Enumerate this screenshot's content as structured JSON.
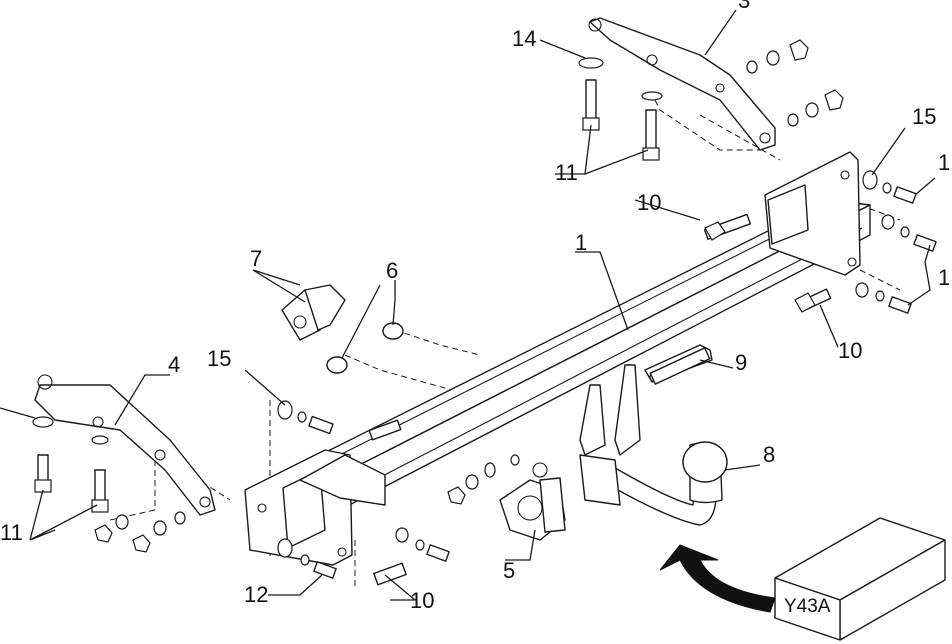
{
  "figure": {
    "callouts": [
      {
        "id": "c1",
        "text": "1"
      },
      {
        "id": "c3",
        "text": "3"
      },
      {
        "id": "c4",
        "text": "4"
      },
      {
        "id": "c5",
        "text": "5"
      },
      {
        "id": "c6",
        "text": "6"
      },
      {
        "id": "c7",
        "text": "7"
      },
      {
        "id": "c8",
        "text": "8"
      },
      {
        "id": "c9",
        "text": "9"
      },
      {
        "id": "c10a",
        "text": "10"
      },
      {
        "id": "c10b",
        "text": "10"
      },
      {
        "id": "c10c",
        "text": "10"
      },
      {
        "id": "c11a",
        "text": "11"
      },
      {
        "id": "c11b",
        "text": "11"
      },
      {
        "id": "c12",
        "text": "12"
      },
      {
        "id": "c14",
        "text": "14"
      },
      {
        "id": "c15a",
        "text": "15"
      },
      {
        "id": "c15b",
        "text": "15"
      },
      {
        "id": "c1r1",
        "text": "1"
      },
      {
        "id": "c1r2",
        "text": "1"
      }
    ],
    "model_box_label": "Y43A"
  }
}
